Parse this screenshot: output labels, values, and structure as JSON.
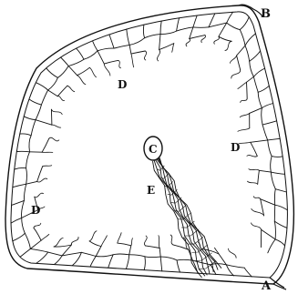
{
  "figure": {
    "labels": {
      "A": "A",
      "B": "B",
      "C": "C",
      "D": "D",
      "E": "E"
    }
  }
}
